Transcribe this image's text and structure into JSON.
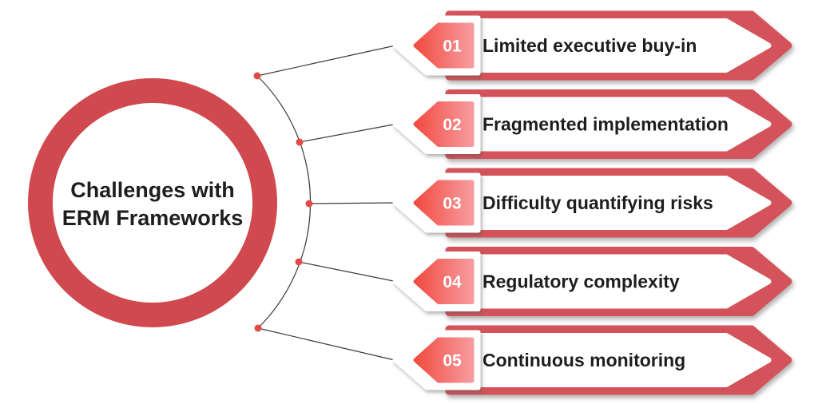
{
  "diagram": {
    "title": {
      "line1": "Challenges with",
      "line2": "ERM Frameworks"
    },
    "items": [
      {
        "number": "01",
        "label": "Limited executive buy-in"
      },
      {
        "number": "02",
        "label": "Fragmented implementation"
      },
      {
        "number": "03",
        "label": "Difficulty quantifying risks"
      },
      {
        "number": "04",
        "label": "Regulatory complexity"
      },
      {
        "number": "05",
        "label": "Continuous monitoring"
      }
    ],
    "colors": {
      "accent_red": "#d4525a",
      "ring_red": "#d0494f",
      "badge_gradient_start": "#f24b41",
      "badge_gradient_end": "#f79b9e",
      "connector_line": "#3b3b3b",
      "connector_dot": "#e04b48",
      "text": "#1e1e1e",
      "background": "#ffffff"
    }
  }
}
